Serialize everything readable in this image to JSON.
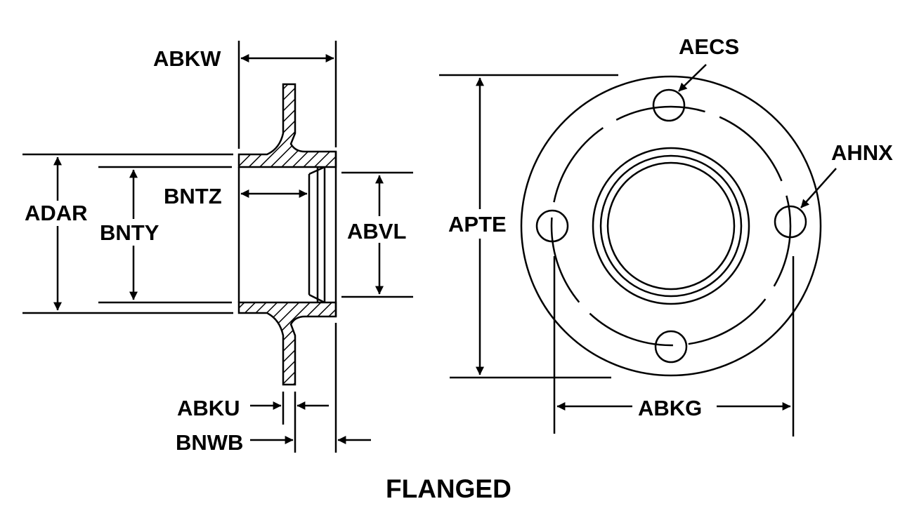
{
  "caption": "FLANGED",
  "labels": {
    "abkw": "ABKW",
    "adar": "ADAR",
    "bnty": "BNTY",
    "bntz": "BNTZ",
    "abvl": "ABVL",
    "abku": "ABKU",
    "bnwb": "BNWB",
    "apte": "APTE",
    "aecs": "AECS",
    "ahnx": "AHNX",
    "abkg": "ABKG"
  },
  "colors": {
    "ink": "#000000",
    "paper": "#ffffff"
  }
}
